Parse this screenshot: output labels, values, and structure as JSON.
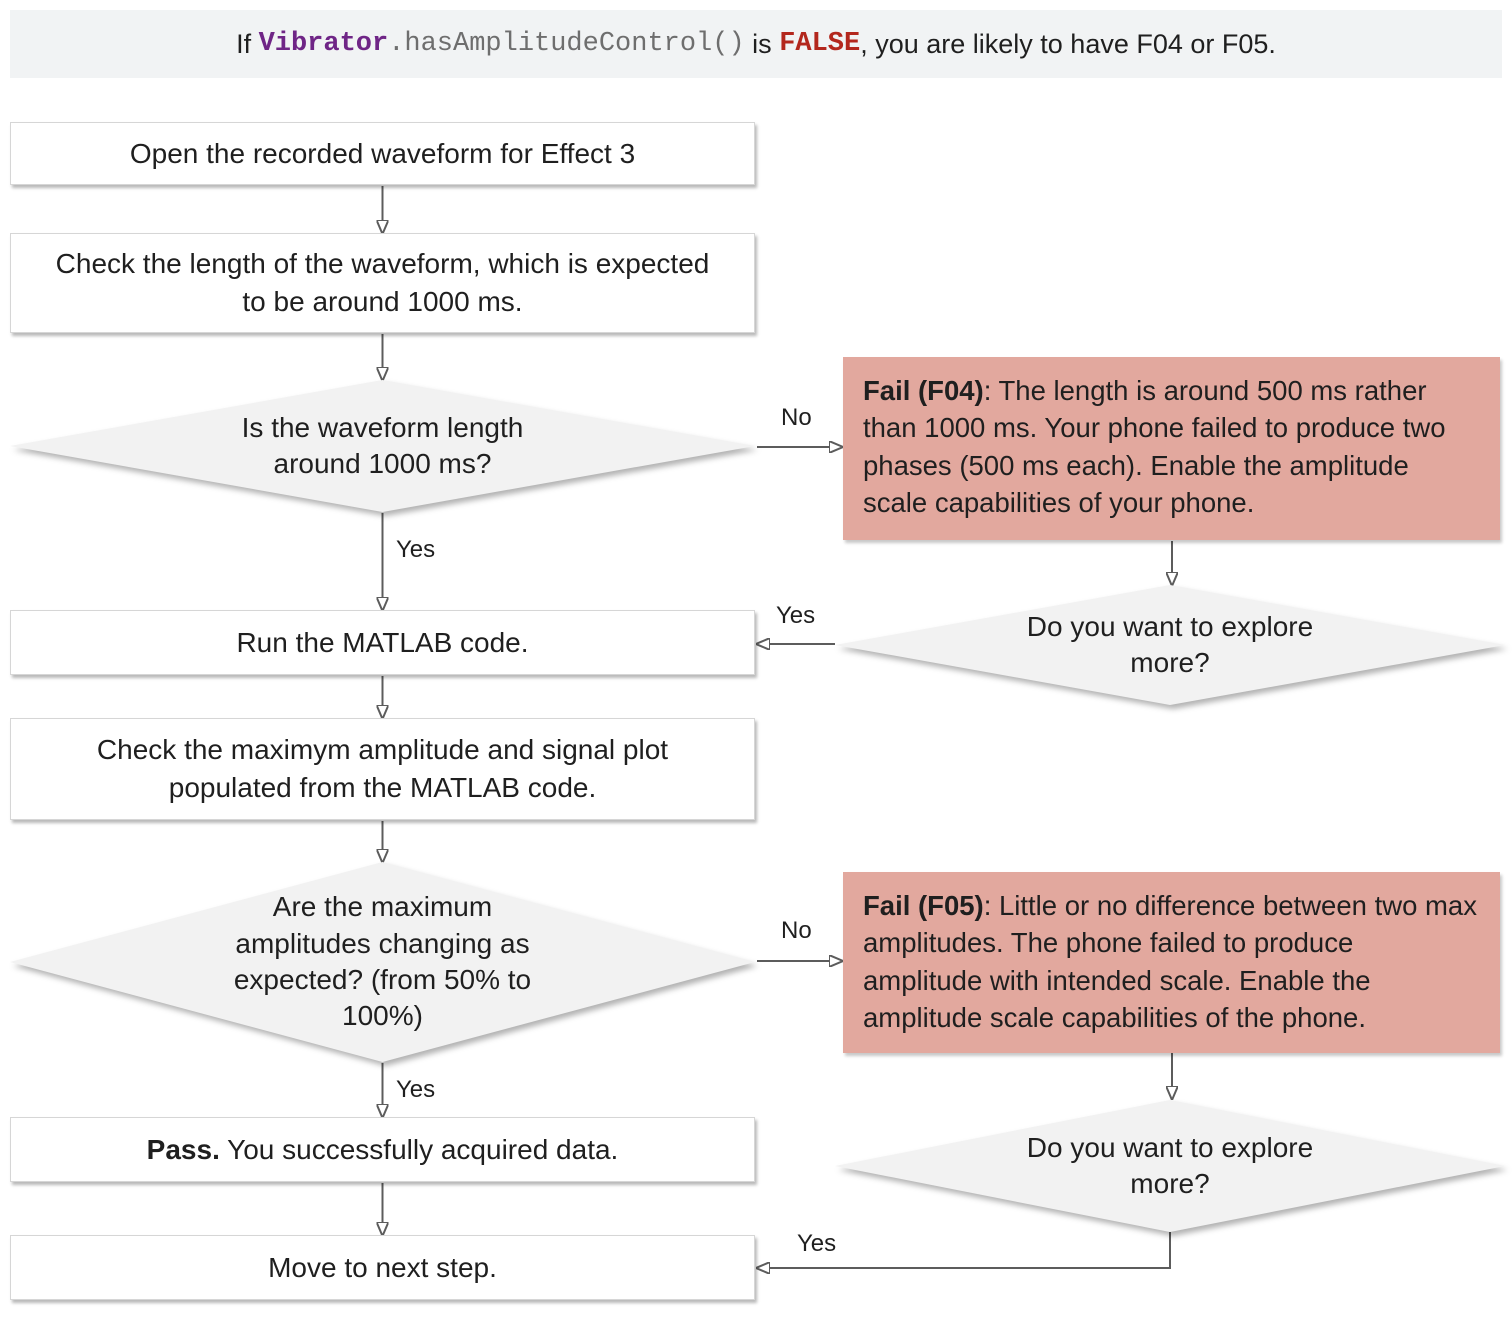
{
  "banner": {
    "part_if": "If ",
    "code_class": "Vibrator",
    "code_method": ".hasAmplitudeControl()",
    "part_is": " is ",
    "code_value": "FALSE",
    "part_rest": ", you are likely to have F04 or F05."
  },
  "flow": {
    "step_open": "Open the recorded waveform for Effect 3",
    "step_check_length": [
      "Check the length of the waveform, which is expected",
      "to be around 1000 ms."
    ],
    "decision_length": [
      "Is the waveform length",
      "around 1000 ms?"
    ],
    "step_run_matlab": "Run the MATLAB code.",
    "step_check_amplitude": [
      "Check the maximym amplitude and signal plot",
      "populated from the MATLAB code."
    ],
    "decision_amplitude": [
      "Are the maximum",
      "amplitudes changing as",
      "expected? (from 50% to",
      "100%)"
    ],
    "pass_bold": "Pass.",
    "pass_rest": " You successfully acquired data.",
    "step_move_next": "Move to next step.",
    "fail_f04_bold": "Fail (F04)",
    "fail_f04_rest": ": The length is around 500 ms rather than 1000 ms. Your phone failed to produce two phases (500 ms each). Enable the amplitude scale capabilities of your phone.",
    "explore_more_1": [
      "Do you want to explore",
      "more?"
    ],
    "fail_f05_bold": "Fail (F05)",
    "fail_f05_rest": ": Little or no difference between two max amplitudes. The phone failed to produce amplitude with intended scale. Enable the amplitude scale capabilities of the phone.",
    "explore_more_2": [
      "Do you want to explore",
      "more?"
    ]
  },
  "edge_labels": {
    "decision_length_no": "No",
    "decision_length_yes": "Yes",
    "explore1_yes": "Yes",
    "decision_amplitude_no": "No",
    "decision_amplitude_yes": "Yes",
    "explore2_yes": "Yes"
  },
  "colors": {
    "banner_bg": "#f1f3f4",
    "code_class_purple": "#6f2586",
    "code_gray": "#6e6e6e",
    "false_red": "#b3271d",
    "fail_box_bg": "#e2a89e",
    "diamond_bg": "#f2f2f2",
    "arrow_gray": "#5c5c5c",
    "text": "#1f1f1f"
  }
}
